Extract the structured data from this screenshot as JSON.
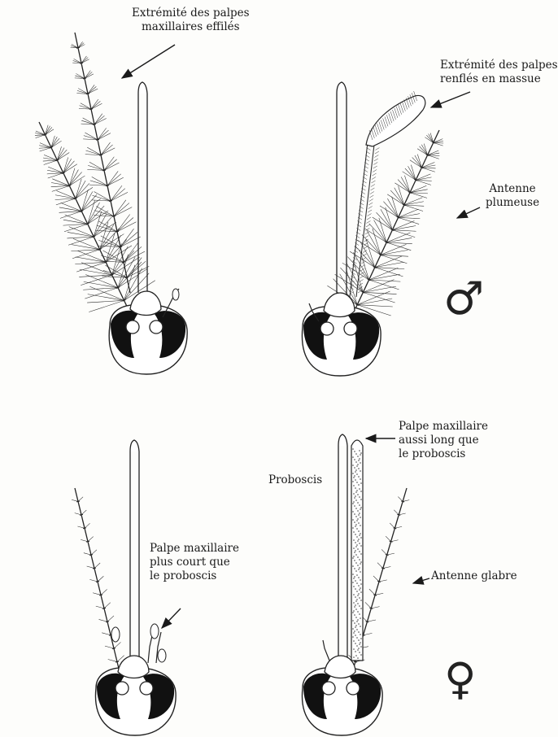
{
  "labels": {
    "palp_tip_thin": "Extrémité des palpes\nmaxillaires effilés",
    "palp_tip_club": "Extrémité des palpes\nrenflés en massue",
    "antenna_plumose": "Antenne\nplumeuse",
    "palp_long": "Palpe maxillaire\naussi long que\nle proboscis",
    "proboscis": "Proboscis",
    "palp_short": "Palpe maxillaire\nplus court que\nle proboscis",
    "antenna_glabrous": "Antenne glabre"
  },
  "symbols": {
    "male": "♂",
    "female": "♀"
  },
  "colors": {
    "ink": "#1a1a1a",
    "paper": "#fdfdfb"
  }
}
